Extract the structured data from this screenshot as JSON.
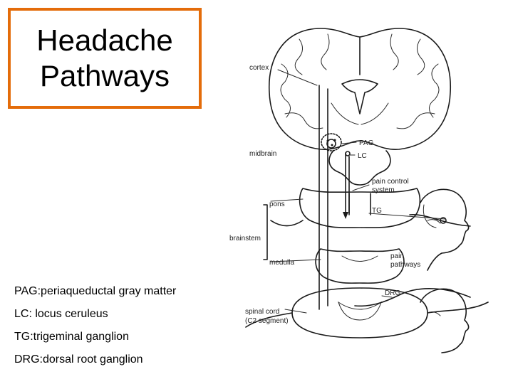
{
  "title": {
    "line1": "Headache",
    "line2": "Pathways"
  },
  "legend": [
    "PAG:periaqueductal gray matter",
    "LC: locus ceruleus",
    "TG:trigeminal ganglion",
    "DRG:dorsal root ganglion"
  ],
  "diagram": {
    "labels": {
      "cortex": "cortex",
      "pag": "PAG",
      "midbrain": "midbrain",
      "lc": "LC",
      "pain_control_1": "pain control",
      "pain_control_2": "system",
      "pons": "pons",
      "tg": "TG",
      "brainstem": "brainstem",
      "medulla": "medulla",
      "pain_pathways_1": "pain",
      "pain_pathways_2": "pathways",
      "drg": "DRG",
      "spinal_cord_1": "spinal cord",
      "spinal_cord_2": "(C2 segment)"
    }
  },
  "colors": {
    "title_border": "#e46c0a",
    "ink": "#1a1a1a"
  }
}
